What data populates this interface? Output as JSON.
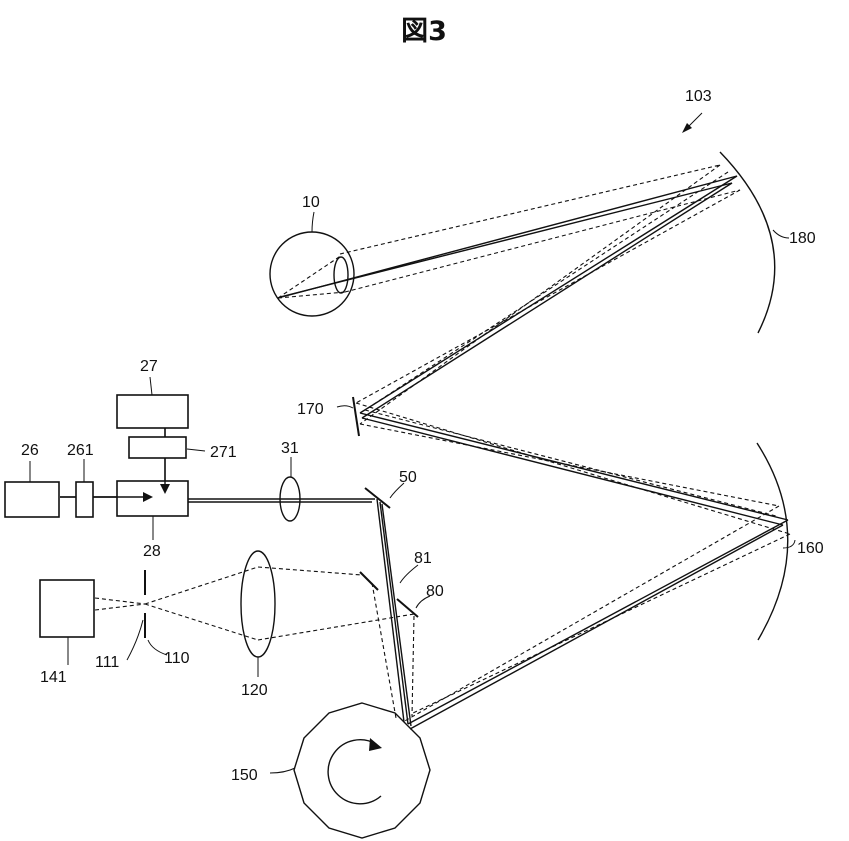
{
  "figure": {
    "title": "図3"
  },
  "labels": {
    "system": "103",
    "eye": "10",
    "mirror_180": "180",
    "mirror_170": "170",
    "mirror_160": "160",
    "unit_27": "27",
    "filter_271": "271",
    "unit_26": "26",
    "filter_261": "261",
    "unit_28": "28",
    "lens_31": "31",
    "mirror_50": "50",
    "beam_81": "81",
    "mirror_80": "80",
    "detector_141": "141",
    "pinhole_111": "111",
    "aperture_110": "110",
    "lens_120": "120",
    "polygon_150": "150"
  }
}
